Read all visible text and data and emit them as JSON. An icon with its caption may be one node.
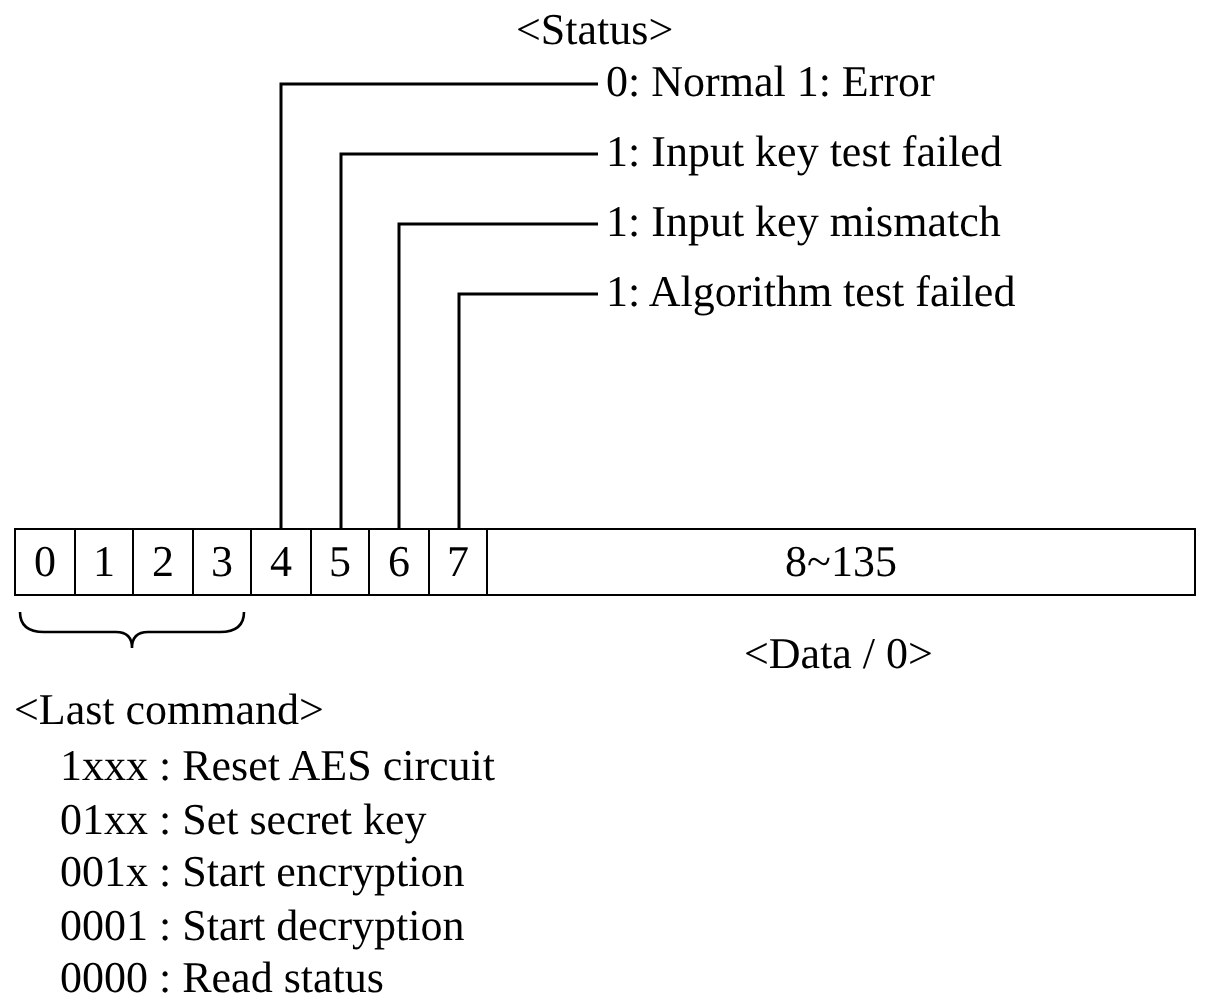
{
  "diagram": {
    "nodes": [
      {
        "text": [
          "0"
        ]
      },
      {
        "text": [
          "1"
        ]
      },
      {
        "text": [
          "2"
        ]
      },
      {
        "text": [
          "3"
        ]
      },
      {
        "text": [
          "4"
        ]
      },
      {
        "text": [
          "5"
        ]
      },
      {
        "text": [
          "6"
        ]
      },
      {
        "text": [
          "7"
        ]
      },
      {
        "text": [
          "8~135"
        ]
      },
      {
        "text": [
          "0: Normal 1: Error"
        ]
      },
      {
        "text": [
          "1: Input key test failed"
        ]
      },
      {
        "text": [
          "1: Input key mismatch"
        ]
      },
      {
        "text": [
          "1: Algorithm test failed"
        ]
      }
    ],
    "edges": [
      {
        "from": 9,
        "to": 4,
        "arrow": "none"
      },
      {
        "from": 10,
        "to": 5,
        "arrow": "none"
      },
      {
        "from": 11,
        "to": 6,
        "arrow": "none"
      },
      {
        "from": 12,
        "to": 7,
        "arrow": "none"
      }
    ],
    "labels": [
      "<Status>",
      "<Data / 0>",
      "<Last command>",
      "1xxx : Reset AES circuit",
      "01xx : Set secret key",
      "001x : Start encryption",
      "0001 : Start decryption",
      "0000 : Read status"
    ]
  }
}
